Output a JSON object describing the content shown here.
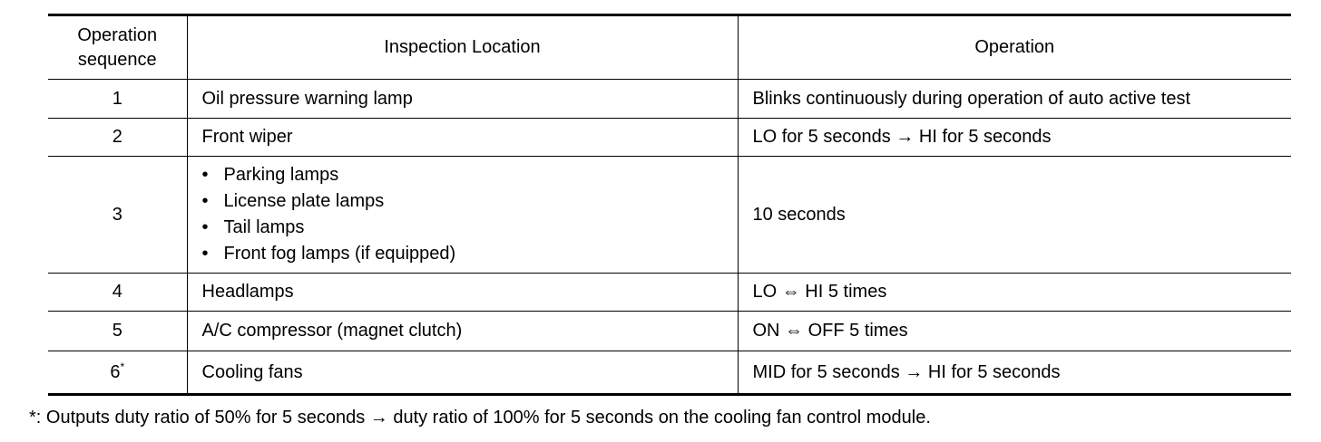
{
  "table": {
    "headers": {
      "sequence": "Operation sequence",
      "location": "Inspection Location",
      "operation": "Operation"
    },
    "rows": [
      {
        "seq": "1",
        "location": "Oil pressure warning lamp",
        "operation": "Blinks continuously during operation of auto active test"
      },
      {
        "seq": "2",
        "location": "Front wiper",
        "operation": "LO for 5 seconds → HI for 5 seconds"
      },
      {
        "seq": "3",
        "location_items": [
          "Parking lamps",
          "License plate lamps",
          "Tail lamps",
          "Front fog lamps (if equipped)"
        ],
        "operation": "10 seconds"
      },
      {
        "seq": "4",
        "location": "Headlamps",
        "operation": "LO ⇔ HI 5 times"
      },
      {
        "seq": "5",
        "location": "A/C compressor (magnet clutch)",
        "operation": "ON ⇔ OFF 5 times"
      },
      {
        "seq": "6",
        "seq_mark": "*",
        "location": "Cooling fans",
        "operation": "MID for 5 seconds → HI for 5 seconds"
      }
    ]
  },
  "footnote": "*: Outputs duty ratio of 50% for 5 seconds → duty ratio of 100% for 5 seconds on the cooling fan control module."
}
